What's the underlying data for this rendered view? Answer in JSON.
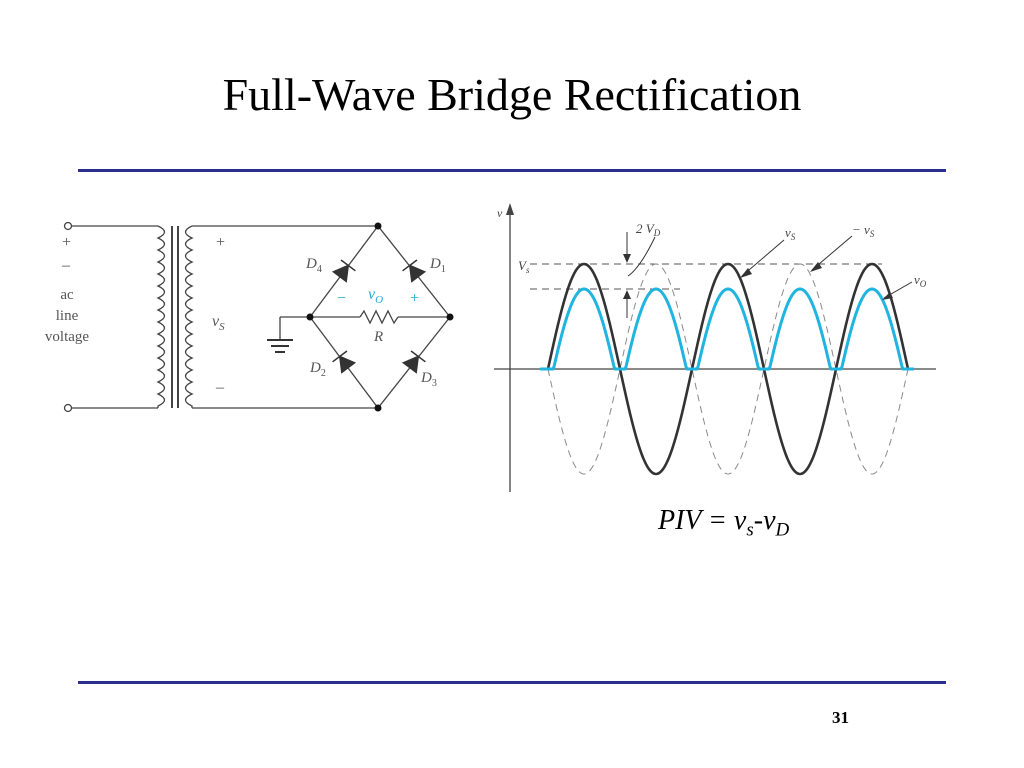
{
  "slide": {
    "title": "Full-Wave Bridge Rectification",
    "page_number": "31"
  },
  "circuit": {
    "input_plus": "+",
    "input_minus": "–",
    "input_label_line1": "ac",
    "input_label_line2": "line",
    "input_label_line3": "voltage",
    "secondary_plus": "+",
    "secondary_minus": "–",
    "secondary_voltage": "v",
    "secondary_voltage_sub": "S",
    "diode_d1": "D",
    "diode_d1_sub": "1",
    "diode_d2": "D",
    "diode_d2_sub": "2",
    "diode_d3": "D",
    "diode_d3_sub": "3",
    "diode_d4": "D",
    "diode_d4_sub": "4",
    "output_voltage": "v",
    "output_voltage_sub": "O",
    "output_minus": "−",
    "output_plus": "+",
    "resistor": "R"
  },
  "waveform": {
    "axis_v": "v",
    "vs_peak": "V",
    "vs_peak_sub": "s",
    "drop_label": "2 V",
    "drop_label_sub": "D",
    "label_vs": "v",
    "label_vs_sub": "S",
    "label_neg_vs": "− v",
    "label_neg_vs_sub": "S",
    "label_vo": "v",
    "label_vo_sub": "O",
    "colors": {
      "source": "#333333",
      "output": "#20b4e0",
      "inverted": "#8a8a8a"
    }
  },
  "formula": {
    "lhs": "PIV = v",
    "sub1": "s",
    "mid": "-v",
    "sub2": "D"
  }
}
